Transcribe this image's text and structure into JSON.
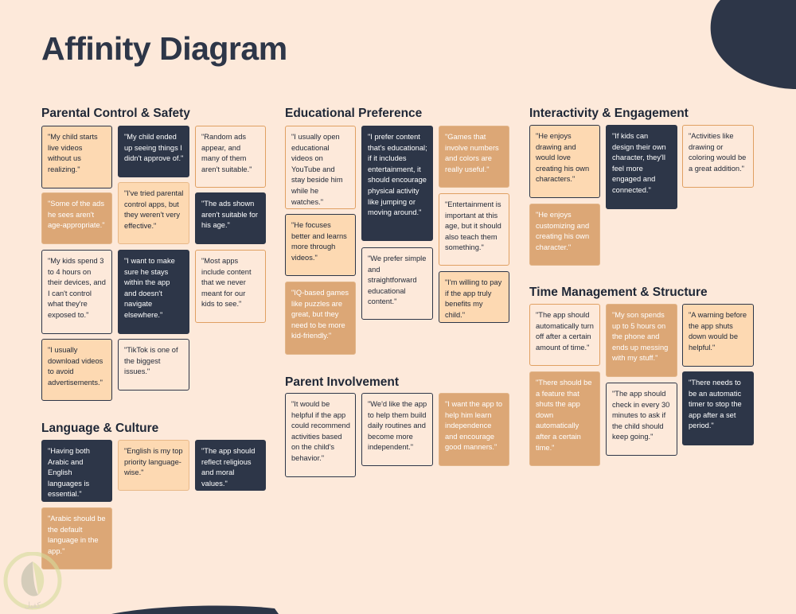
{
  "title": "Affinity Diagram",
  "watermark_text": "كفيل",
  "colors": {
    "background": "#fde9da",
    "dark": "#2d3648",
    "peach": "#fdd9b2",
    "tan": "#dca776",
    "orange_border": "#e0a062"
  },
  "sections": [
    {
      "title": "Parental Control & Safety",
      "cards": [
        "\"My child starts live videos without us realizing.\"",
        "\"My child ended up seeing things I didn't approve of.\"",
        "\"Random ads appear, and many of them aren't suitable.\"",
        "\"Some of the ads he sees aren't age-appropriate.\"",
        "\"I've tried parental control apps, but they weren't very effective.\"",
        "\"The ads shown aren't suitable for his age.\"",
        "\"My kids spend 3 to 4 hours on their devices, and I can't control what they're exposed to.\"",
        "\"I want to make sure he stays within the app and doesn't navigate elsewhere.\"",
        "\"Most apps include content that we never meant for our kids to see.\"",
        "\"I usually download videos to avoid advertisements.\"",
        "\"TikTok is one of the biggest issues.\""
      ]
    },
    {
      "title": "Language & Culture",
      "cards": [
        "\"Having both Arabic and English languages is essential.\"",
        "\"English is my top priority language-wise.\"",
        "\"The app should reflect religious and moral values.\"",
        "\"Arabic should be the default language in the app.\""
      ]
    },
    {
      "title": "Educational Preference",
      "cards": [
        "\"I usually open educational videos on YouTube and stay beside him while he watches.\"",
        "\"I prefer content that's educational; if it includes entertainment, it should encourage physical activity like jumping or moving around.\"",
        "\"Games that involve numbers and colors are really useful.\"",
        "\"He focuses better and learns more through videos.\"",
        "\"Entertainment is important at this age, but it should also teach them something.\"",
        "\"We prefer simple and straightforward educational content.\"",
        "\"I'm willing to pay if the app truly benefits my child.\"",
        "\"IQ-based games like puzzles are great, but they need to be more kid-friendly.\""
      ]
    },
    {
      "title": "Parent Involvement",
      "cards": [
        "\"It would be helpful if the app could recommend activities based on the child's behavior.\"",
        "\"We'd like the app to help them build daily routines and become more independent.\"",
        "\"I want the app to help him learn independence and encourage good manners.\""
      ]
    },
    {
      "title": "Interactivity & Engagement",
      "cards": [
        "\"He enjoys drawing and would love creating his own characters.\"",
        "\"If kids can design their own character, they'll feel more engaged and connected.\"",
        "\"Activities like drawing or coloring would be a great addition.\"",
        "\"He enjoys customizing and creating his own character.\""
      ]
    },
    {
      "title": "Time Management & Structure",
      "cards": [
        "\"The app should automatically turn off after a certain amount of time.\"",
        "\"My son spends up to 5 hours on the phone and ends up messing with my stuff.\"",
        "\"A warning before the app shuts down would be helpful.\"",
        "\"There should be a feature that shuts the app down automatically after a certain time.\"",
        "\"The app should check in every 30 minutes to ask if the child should keep going.\"",
        "\"There needs to be an automatic timer to stop the app after a set period.\""
      ]
    }
  ]
}
